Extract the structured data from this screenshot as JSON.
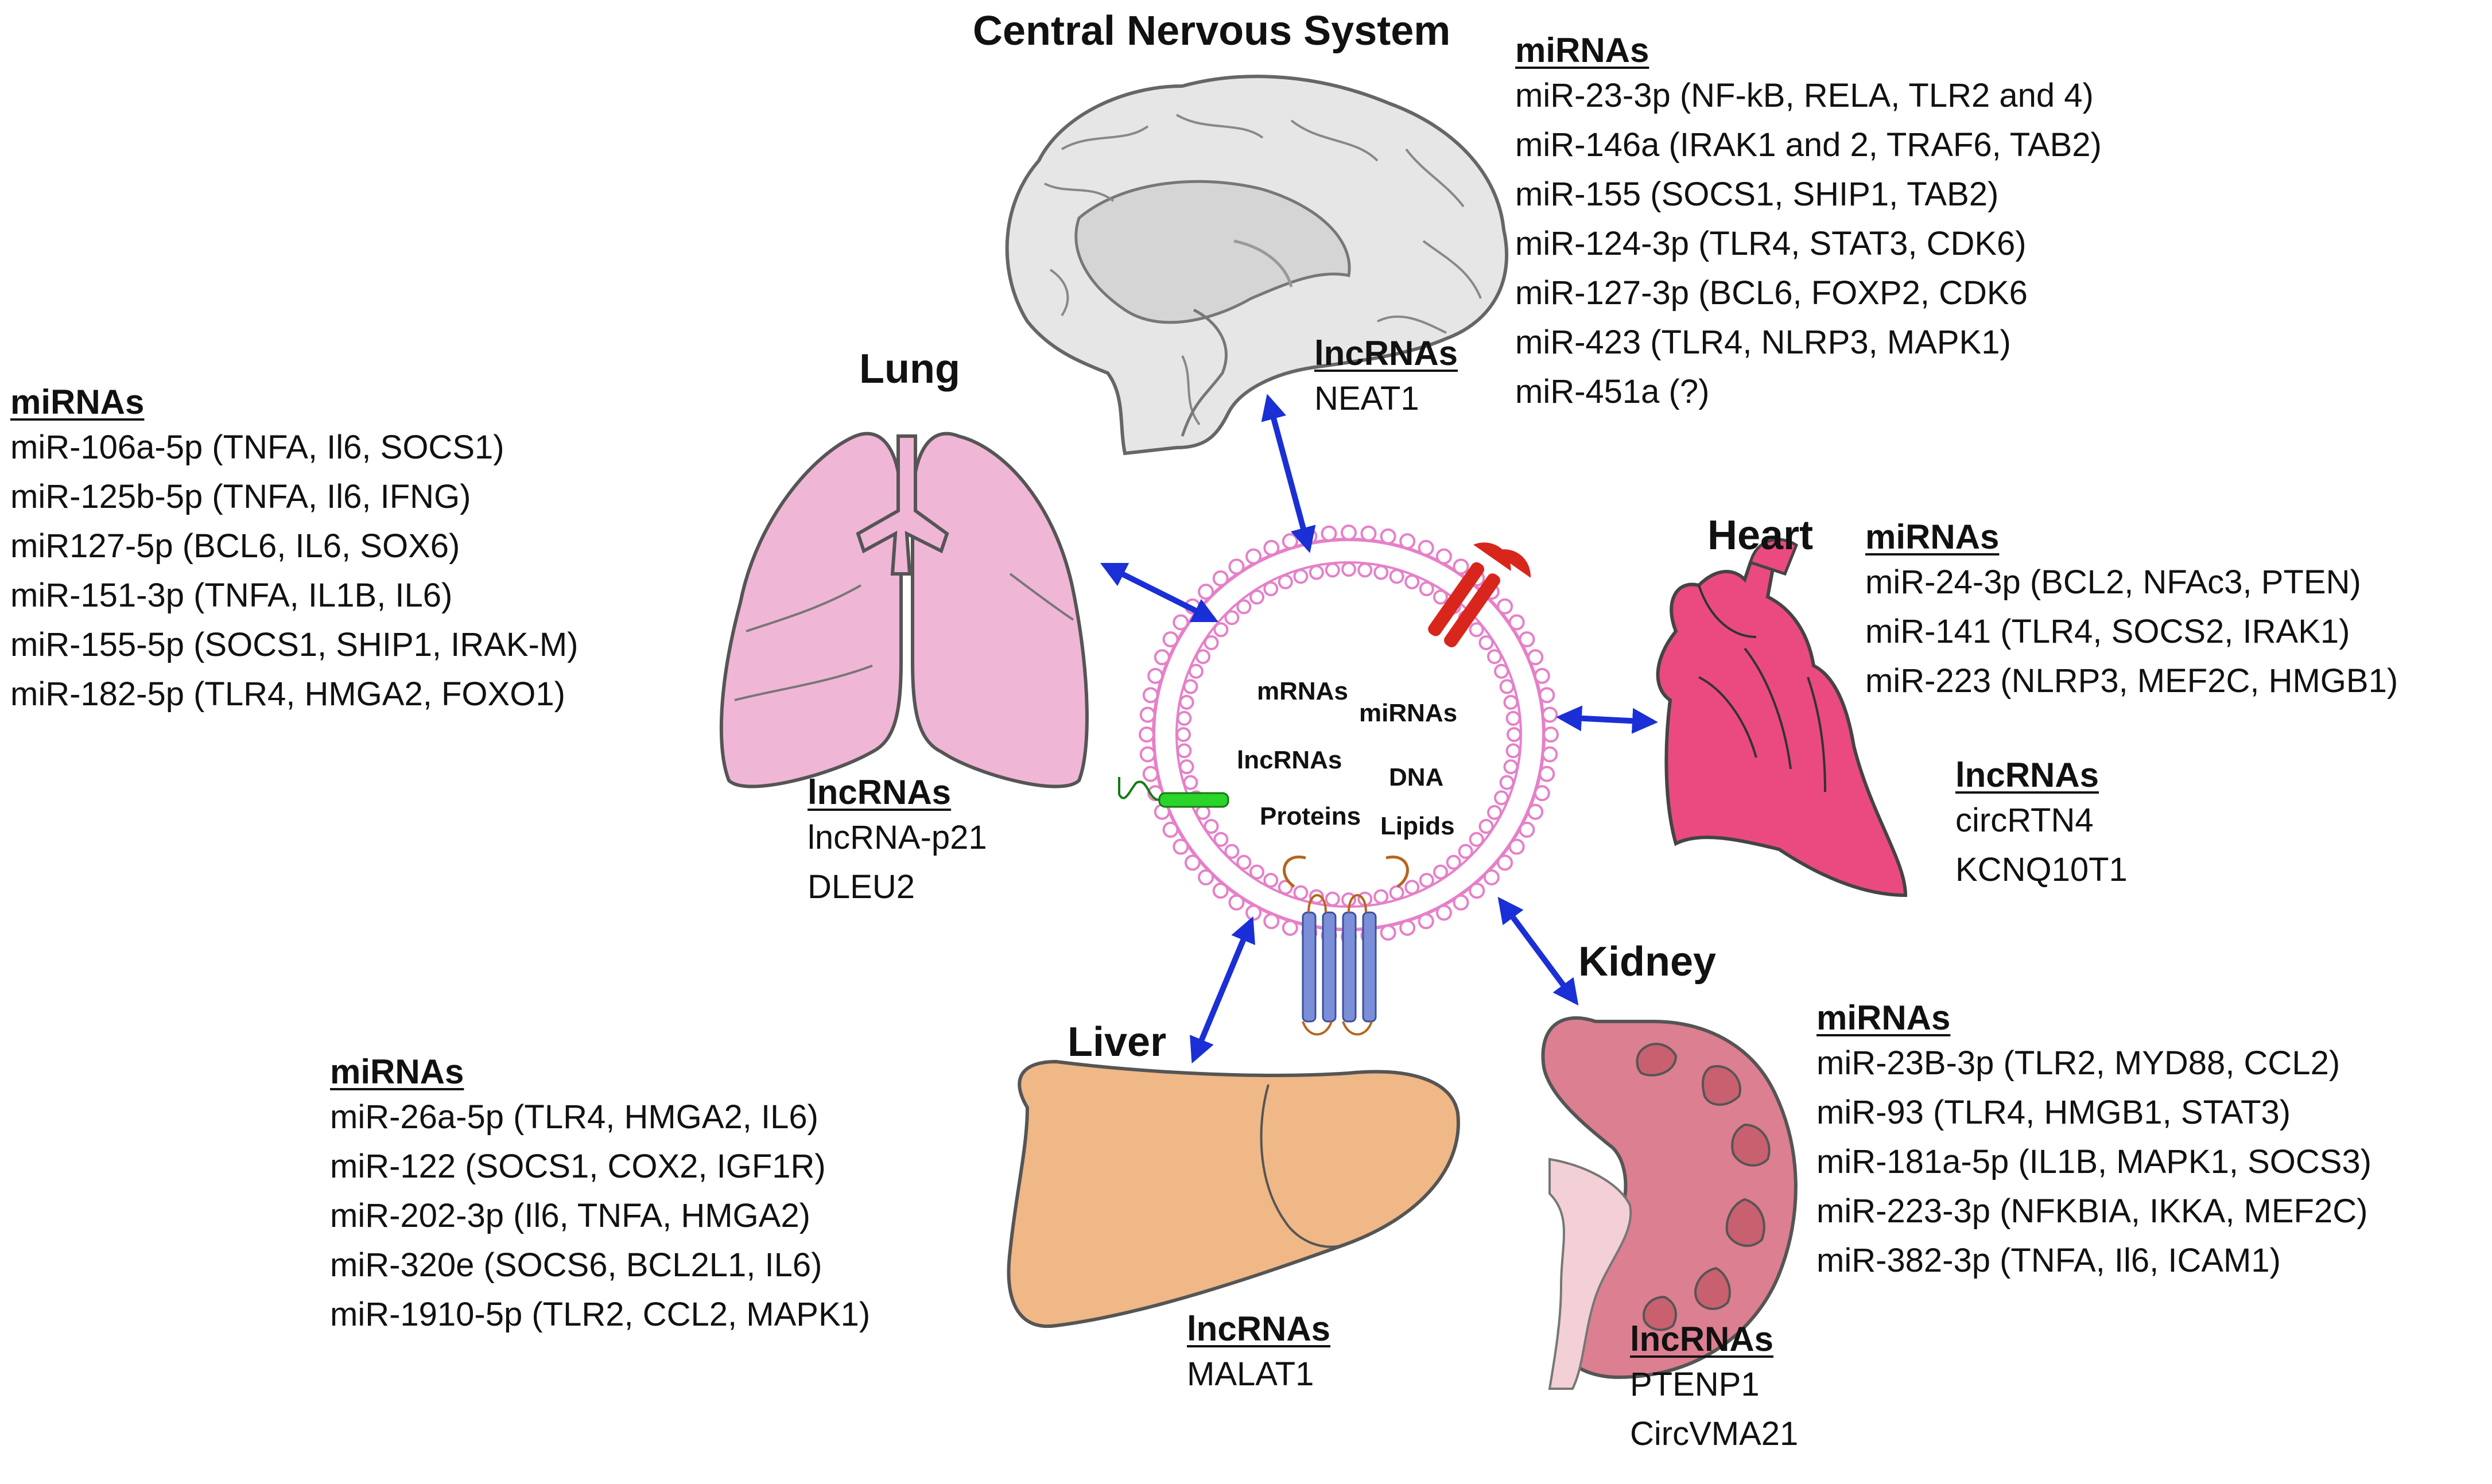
{
  "central": {
    "title": "Central Nervous System",
    "mirnas_heading": "miRNAs",
    "mirnas": [
      "miR-23-3p (NF-kB, RELA, TLR2 and 4)",
      "miR-146a (IRAK1 and 2, TRAF6, TAB2)",
      "miR-155 (SOCS1, SHIP1, TAB2)",
      "miR-124-3p (TLR4, STAT3, CDK6)",
      "miR-127-3p (BCL6, FOXP2, CDK6",
      "miR-423 (TLR4, NLRP3, MAPK1)",
      "miR-451a (?)"
    ],
    "lncrnas_heading": "lncRNAs",
    "lncrnas": [
      "NEAT1"
    ]
  },
  "lung": {
    "title": "Lung",
    "mirnas_heading": "miRNAs",
    "mirnas": [
      "miR-106a-5p (TNFA, Il6, SOCS1)",
      "miR-125b-5p (TNFA, Il6, IFNG)",
      "miR127-5p (BCL6, IL6, SOX6)",
      "miR-151-3p (TNFA, IL1B, IL6)",
      "miR-155-5p (SOCS1, SHIP1, IRAK-M)",
      "miR-182-5p (TLR4, HMGA2, FOXO1)"
    ],
    "lncrnas_heading": "lncRNAs",
    "lncrnas": [
      "lncRNA-p21",
      "DLEU2"
    ]
  },
  "heart": {
    "title": "Heart",
    "mirnas_heading": "miRNAs",
    "mirnas": [
      "miR-24-3p (BCL2, NFAc3, PTEN)",
      "miR-141 (TLR4, SOCS2, IRAK1)",
      "miR-223 (NLRP3, MEF2C, HMGB1)"
    ],
    "lncrnas_heading": "lncRNAs",
    "lncrnas": [
      "circRTN4",
      "KCNQ10T1"
    ]
  },
  "liver": {
    "title": "Liver",
    "mirnas_heading": "miRNAs",
    "mirnas": [
      "miR-26a-5p (TLR4, HMGA2, IL6)",
      "miR-122 (SOCS1, COX2, IGF1R)",
      "miR-202-3p (Il6, TNFA, HMGA2)",
      "miR-320e (SOCS6, BCL2L1, IL6)",
      "miR-1910-5p (TLR2, CCL2, MAPK1)"
    ],
    "lncrnas_heading": "lncRNAs",
    "lncrnas": [
      "MALAT1"
    ]
  },
  "kidney": {
    "title": "Kidney",
    "mirnas_heading": "miRNAs",
    "mirnas": [
      "miR-23B-3p (TLR2, MYD88, CCL2)",
      "miR-93 (TLR4, HMGB1, STAT3)",
      "miR-181a-5p (IL1B, MAPK1, SOCS3)",
      "miR-223-3p (NFKBIA, IKKA, MEF2C)",
      "miR-382-3p (TNFA, Il6, ICAM1)"
    ],
    "lncrnas_heading": "lncRNAs",
    "lncrnas": [
      "PTENP1",
      "CircVMA21"
    ]
  },
  "vesicle": {
    "cargo": {
      "mrnas": "mRNAs",
      "mirnas": "miRNAs",
      "lncrnas": "lncRNAs",
      "dna": "DNA",
      "proteins": "Proteins",
      "lipids": "Lipids"
    }
  },
  "colors": {
    "arrow": "#1a2fd6",
    "lung": "#f0b6d6",
    "brain": "#e6e6e6",
    "heart": "#ea4a80",
    "liver": "#efb886",
    "kidney": "#dc7f90",
    "membrane": "#e680c8",
    "receptor_red": "#d9261c",
    "receptor_blue": "#7b8fd8",
    "receptor_green": "#2ad42a"
  }
}
